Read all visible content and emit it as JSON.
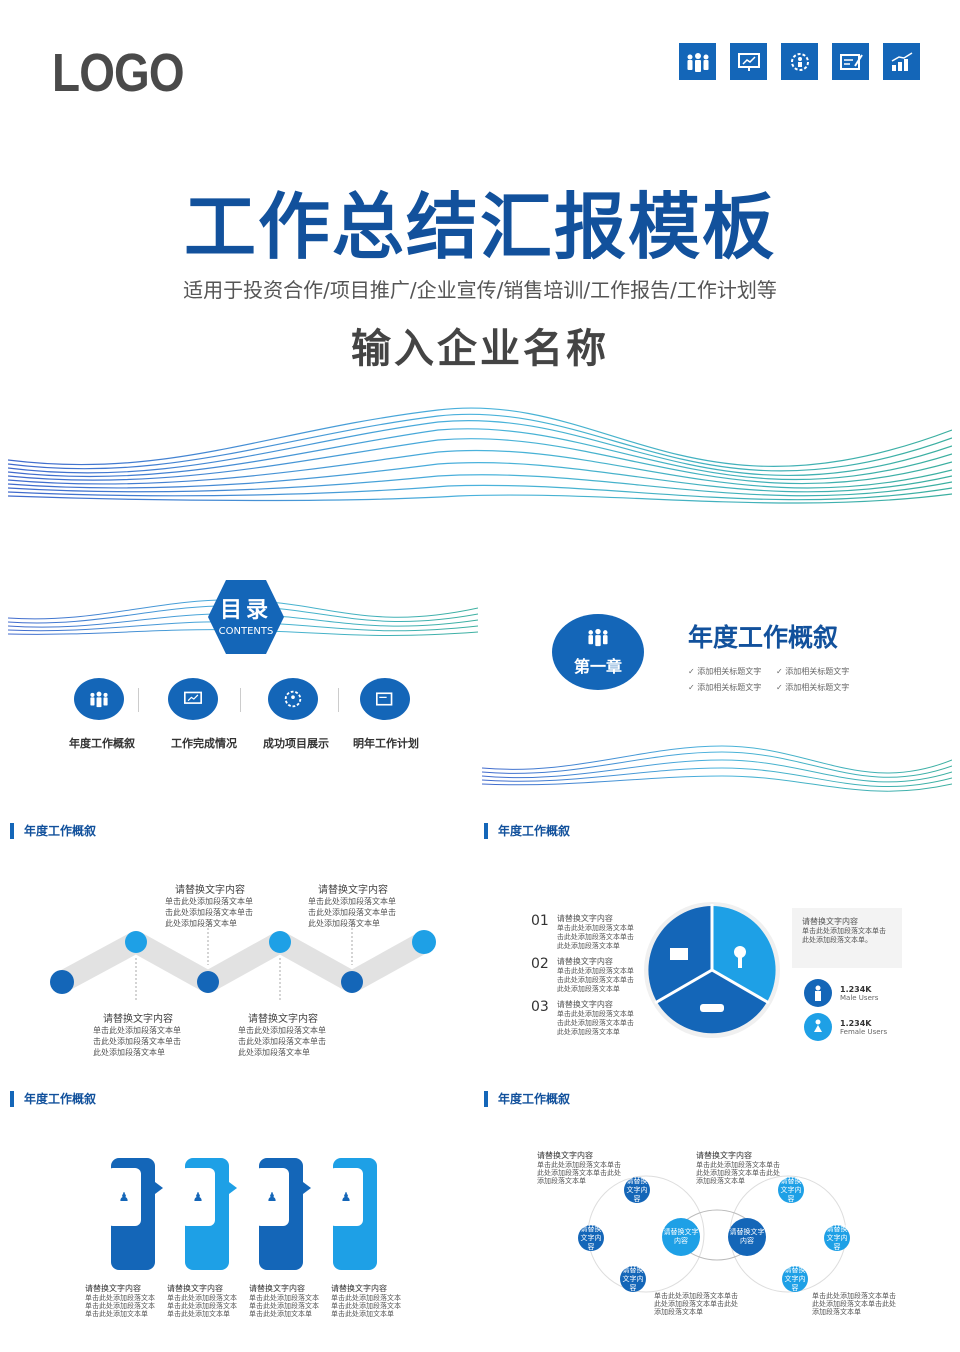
{
  "header": {
    "logo": "LOGO",
    "icons": [
      "team-icon",
      "presentation-icon",
      "gear-person-icon",
      "certificate-icon",
      "growth-chart-icon"
    ]
  },
  "cover": {
    "title": "工作总结汇报模板",
    "subtitle": "适用于投资合作/项目推广/企业宣传/销售培训/工作报告/工作计划等",
    "company": "输入企业名称"
  },
  "toc": {
    "title": "目录",
    "subtitle": "CONTENTS",
    "items": [
      {
        "label": "年度工作概叙",
        "icon": "team-icon"
      },
      {
        "label": "工作完成情况",
        "icon": "presentation-icon"
      },
      {
        "label": "成功项目展示",
        "icon": "gear-person-icon"
      },
      {
        "label": "明年工作计划",
        "icon": "certificate-icon"
      }
    ]
  },
  "chapter": {
    "badge": "第一章",
    "title": "年度工作概叙",
    "bullets": [
      "添加相关标题文字",
      "添加相关标题文字",
      "添加相关标题文字",
      "添加相关标题文字"
    ]
  },
  "panels": {
    "p3_title": "年度工作概叙",
    "p4_title": "年度工作概叙",
    "p5_title": "年度工作概叙",
    "p6_title": "年度工作概叙"
  },
  "zigzag": {
    "items": [
      {
        "title": "请替换文字内容",
        "body": "单击此处添加段落文本单击此处添加段落文本单击此处添加段落文本单"
      },
      {
        "title": "请替换文字内容",
        "body": "单击此处添加段落文本单击此处添加段落文本单击此处添加段落文本单"
      },
      {
        "title": "请替换文字内容",
        "body": "单击此处添加段落文本单击此处添加段落文本单击此处添加段落文本单"
      },
      {
        "title": "请替换文字内容",
        "body": "单击此处添加段落文本单击此处添加段落文本单击此处添加段落文本单"
      }
    ]
  },
  "pie": {
    "list": [
      {
        "num": "01",
        "title": "请替换文字内容",
        "body": "单击此处添加段落文本单击此处添加段落文本单击此处添加段落文本单"
      },
      {
        "num": "02",
        "title": "请替换文字内容",
        "body": "单击此处添加段落文本单击此处添加段落文本单击此处添加段落文本单"
      },
      {
        "num": "03",
        "title": "请替换文字内容",
        "body": "单击此处添加段落文本单击此处添加段落文本单击此处添加段落文本单"
      }
    ],
    "box_title": "请替换文字内容",
    "box_body": "单击此处添加段落文本单击此处添加段落文本单。",
    "stats": [
      {
        "value": "1.234K",
        "label": "Male Users"
      },
      {
        "value": "1.234K",
        "label": "Female Users"
      }
    ]
  },
  "cards": {
    "items": [
      {
        "title": "请替换文字内容",
        "body": "单击此处添加段落文本单击此处添加段落文本单击此处添加文本单"
      },
      {
        "title": "请替换文字内容",
        "body": "单击此处添加段落文本单击此处添加段落文本单击此处添加文本单"
      },
      {
        "title": "请替换文字内容",
        "body": "单击此处添加段落文本单击此处添加段落文本单击此处添加文本单"
      },
      {
        "title": "请替换文字内容",
        "body": "单击此处添加段落文本单击此处添加段落文本单击此处添加文本单"
      }
    ]
  },
  "cycle": {
    "top_left_title": "请替换文字内容",
    "top_left_body": "单击此处添加段落文本单击此处添加段落文本单击此处添加段落文本单",
    "top_right_title": "请替换文字内容",
    "top_right_body": "单击此处添加段落文本单击此处添加段落文本单击此处添加段落文本单",
    "bottom_left_body": "单击此处添加段落文本单击此处添加段落文本单击此处添加段落文本单",
    "bottom_right_body": "单击此处添加段落文本单击此处添加段落文本单击此处添加段落文本单",
    "center_left": "请替换文字内容",
    "center_right": "请替换文字内容",
    "small_nodes": [
      "请替换文字内容",
      "请替换文字内容",
      "请替换文字内容",
      "请替换文字内容",
      "请替换文字内容",
      "请替换文字内容"
    ]
  }
}
